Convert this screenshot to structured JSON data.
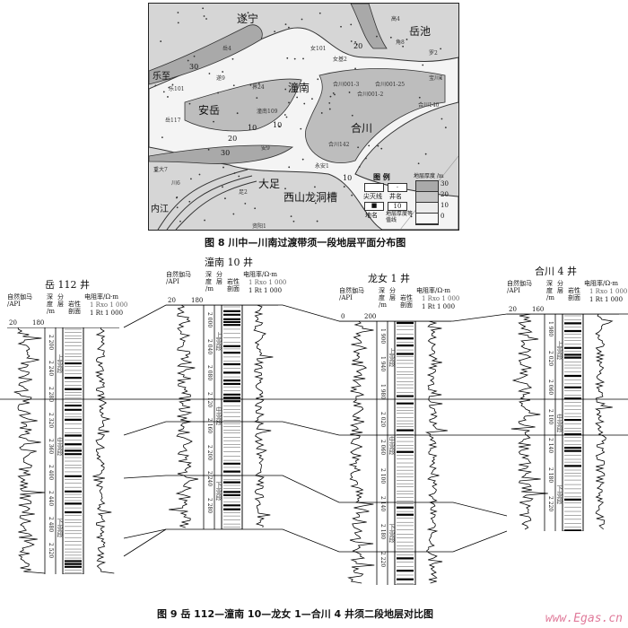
{
  "figure8": {
    "caption": "图 8   川中—川南过渡带须一段地层平面分布图",
    "cities": [
      "遂宁",
      "潼南",
      "安岳",
      "合川",
      "大足",
      "西山龙洞槽",
      "内江",
      "乐至",
      "岳池"
    ],
    "wells": [
      "岳4",
      "女101",
      "女基2",
      "罗2",
      "遂9",
      "界24",
      "潼南109",
      "合川001-3",
      "合川001-2",
      "合川001-25",
      "合川140",
      "岳117",
      "合川142",
      "永安1",
      "足2",
      "安9",
      "川6",
      "资阳1",
      "高4",
      "角8",
      "宝川1",
      "乐101",
      "重大7"
    ],
    "contour_labels": [
      "30",
      "20",
      "10",
      "20",
      "10",
      "30",
      "10"
    ],
    "legend": {
      "title": "图  例",
      "items": [
        "尖灭线",
        "井名",
        "地名",
        "地层厚度等值线"
      ],
      "iso_sample": "10",
      "thickness_title": "地层厚度 /m",
      "thickness_values": [
        "30",
        "20",
        "10",
        "0"
      ],
      "colors": [
        "#a9a9a9",
        "#c4c4c4",
        "#ebebeb",
        "#f7f7f7"
      ]
    }
  },
  "figure9": {
    "caption": "图 9   岳 112—潼南 10—龙女 1—合川 4 井须二段地层对比图",
    "headers": {
      "gamma": "自然伽马 /API",
      "depth": "深度 /m",
      "layer": "分层",
      "litho": "岩性剖面",
      "resist": "电阻率/Ω·m",
      "rt": "1 Rt 1 000",
      "rxo": "1 Rxo 1 000"
    },
    "wells": [
      {
        "name": "岳 112 井",
        "gamma_range": [
          "20",
          "180"
        ],
        "depths": [
          "2 200",
          "2 240",
          "2 280",
          "2 320",
          "2 360",
          "2 400",
          "2 440",
          "2 480",
          "2 520"
        ],
        "layers": [
          "上亚段",
          "中亚段",
          "下亚段"
        ]
      },
      {
        "name": "潼南 10 井",
        "gamma_range": [
          "20",
          "180"
        ],
        "depths": [
          "2 000",
          "2 040",
          "2 080",
          "2 120",
          "2 160",
          "2 200",
          "2 240",
          "2 280"
        ],
        "layers": [
          "上亚段",
          "中亚段",
          "下亚段"
        ]
      },
      {
        "name": "龙女 1 井",
        "gamma_range": [
          "0",
          "200"
        ],
        "depths": [
          "1 900",
          "1 940",
          "1 980",
          "2 020",
          "2 060",
          "2 100",
          "2 140",
          "2 180",
          "2 220"
        ],
        "layers": [
          "上亚段",
          "中亚段",
          "下亚段"
        ]
      },
      {
        "name": "合川 4 井",
        "gamma_range": [
          "20",
          "160"
        ],
        "depths": [
          "1 980",
          "2 020",
          "2 060",
          "2 100",
          "2 140",
          "2 180",
          "2 220"
        ],
        "layers": [
          "上亚段",
          "中亚段",
          "下亚段"
        ]
      }
    ]
  },
  "watermark": "www.Egas.cn"
}
